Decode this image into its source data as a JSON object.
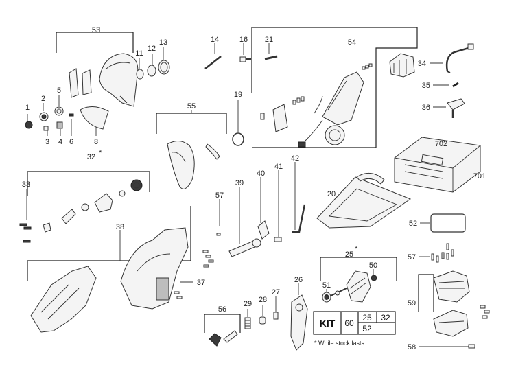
{
  "labels": {
    "p1": "1",
    "p2": "2",
    "p3": "3",
    "p4": "4",
    "p5": "5",
    "p6": "6",
    "p8": "8",
    "p11": "11",
    "p12": "12",
    "p13": "13",
    "p14": "14",
    "p16": "16",
    "p19": "19",
    "p20": "20",
    "p21": "21",
    "p25": "25",
    "p26": "26",
    "p27": "27",
    "p28": "28",
    "p29": "29",
    "p32": "32",
    "p33": "33",
    "p34": "34",
    "p35": "35",
    "p36": "36",
    "p37": "37",
    "p38": "38",
    "p39": "39",
    "p40": "40",
    "p41": "41",
    "p42": "42",
    "p50": "50",
    "p51": "51",
    "p52": "52",
    "p53": "53",
    "p54": "54",
    "p55": "55",
    "p56": "56",
    "p57a": "57",
    "p57b": "57",
    "p58": "58",
    "p59": "59",
    "p701": "701",
    "p702": "702"
  },
  "asterisks": {
    "a32": "*",
    "a25": "*"
  },
  "kit": {
    "title": "KIT",
    "number": "60",
    "cells": [
      "25",
      "32",
      "52"
    ],
    "note": "*  While stock lasts"
  }
}
